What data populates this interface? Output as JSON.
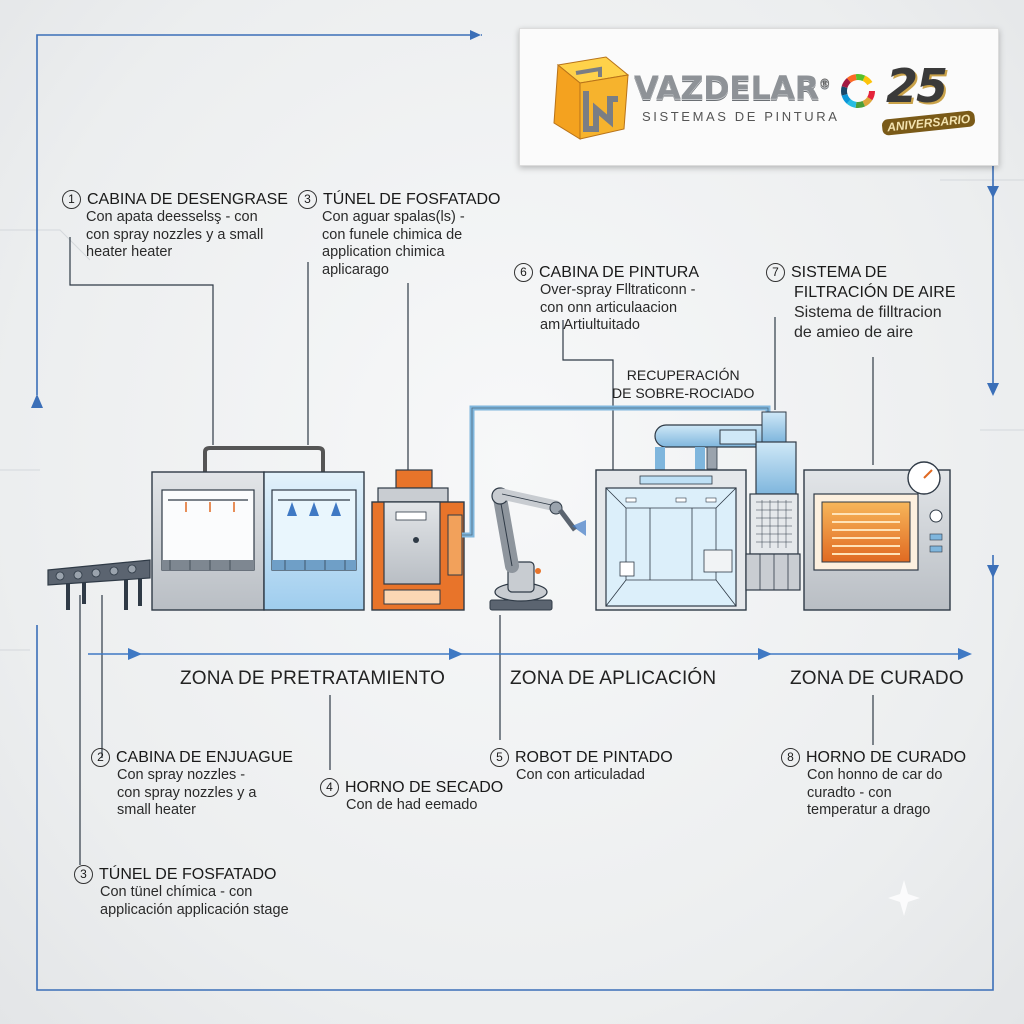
{
  "brand": {
    "name": "VAZDELAR",
    "registered": "®",
    "tagline": "SISTEMAS DE PINTURA",
    "anniversary_number": "25",
    "anniversary_word": "ANIVERSARIO"
  },
  "zones": [
    {
      "label": "ZONA DE PRETRATAMIENTO"
    },
    {
      "label": "ZONA DE APLICACIÓN"
    },
    {
      "label": "ZONA DE CURADO"
    }
  ],
  "stages": [
    {
      "number": "1",
      "title": "CABINA DE DESENGRASE",
      "lines": [
        "Con apata deesselsş - con",
        "con spray nozzles y a small",
        "heater heater"
      ]
    },
    {
      "number": "2",
      "title": "CABINA DE ENJUAGUE",
      "lines": [
        "Con spray nozzles -",
        "con spray nozzles y a",
        "small heater"
      ]
    },
    {
      "number": "3",
      "title": "TÚNEL DE FOSFATADO",
      "lines": [
        "Con aguar spalas(ls) -",
        "con funele chimica de",
        "application chimica",
        "aplicarago"
      ]
    },
    {
      "number": "3",
      "title": "TÚNEL DE FOSFATADO",
      "lines": [
        "Con tünel chímica - con",
        "applicación applicación stage"
      ]
    },
    {
      "number": "4",
      "title": "HORNO DE SECADO",
      "lines": [
        "Con de had eemado"
      ]
    },
    {
      "number": "5",
      "title": "ROBOT DE PINTADO",
      "lines": [
        "Con con articuladad"
      ]
    },
    {
      "number": "6",
      "title": "CABINA DE PINTURA",
      "lines": [
        "Over-spray Flltraticonn -",
        "con onn articulaacion",
        "am Artiultuitado"
      ]
    },
    {
      "number": "7",
      "title_lines": [
        "SISTEMA DE",
        "FILTRACIÓN DE AIRE"
      ],
      "lines": [
        "Sistema de filltracion",
        "de amieo de aire"
      ]
    },
    {
      "number": "8",
      "title": "HORNO DE CURADO",
      "lines": [
        "Con honno de car do",
        "curadto - con",
        "temperatur a drago"
      ]
    }
  ],
  "overspray_note": {
    "lines": [
      "RECUPERACIÓN",
      "DE SOBRE-ROCIADO"
    ]
  },
  "colors": {
    "line": "#2f3a46",
    "flow_arrow": "#3f79c4",
    "frame_blue": "#3b6fb8",
    "steel": "#c9cdd2",
    "water_blue": "#bfe0f5",
    "orange": "#e8742a",
    "heater_glow": "#f0a23c",
    "robot": "#c8ccd1"
  }
}
